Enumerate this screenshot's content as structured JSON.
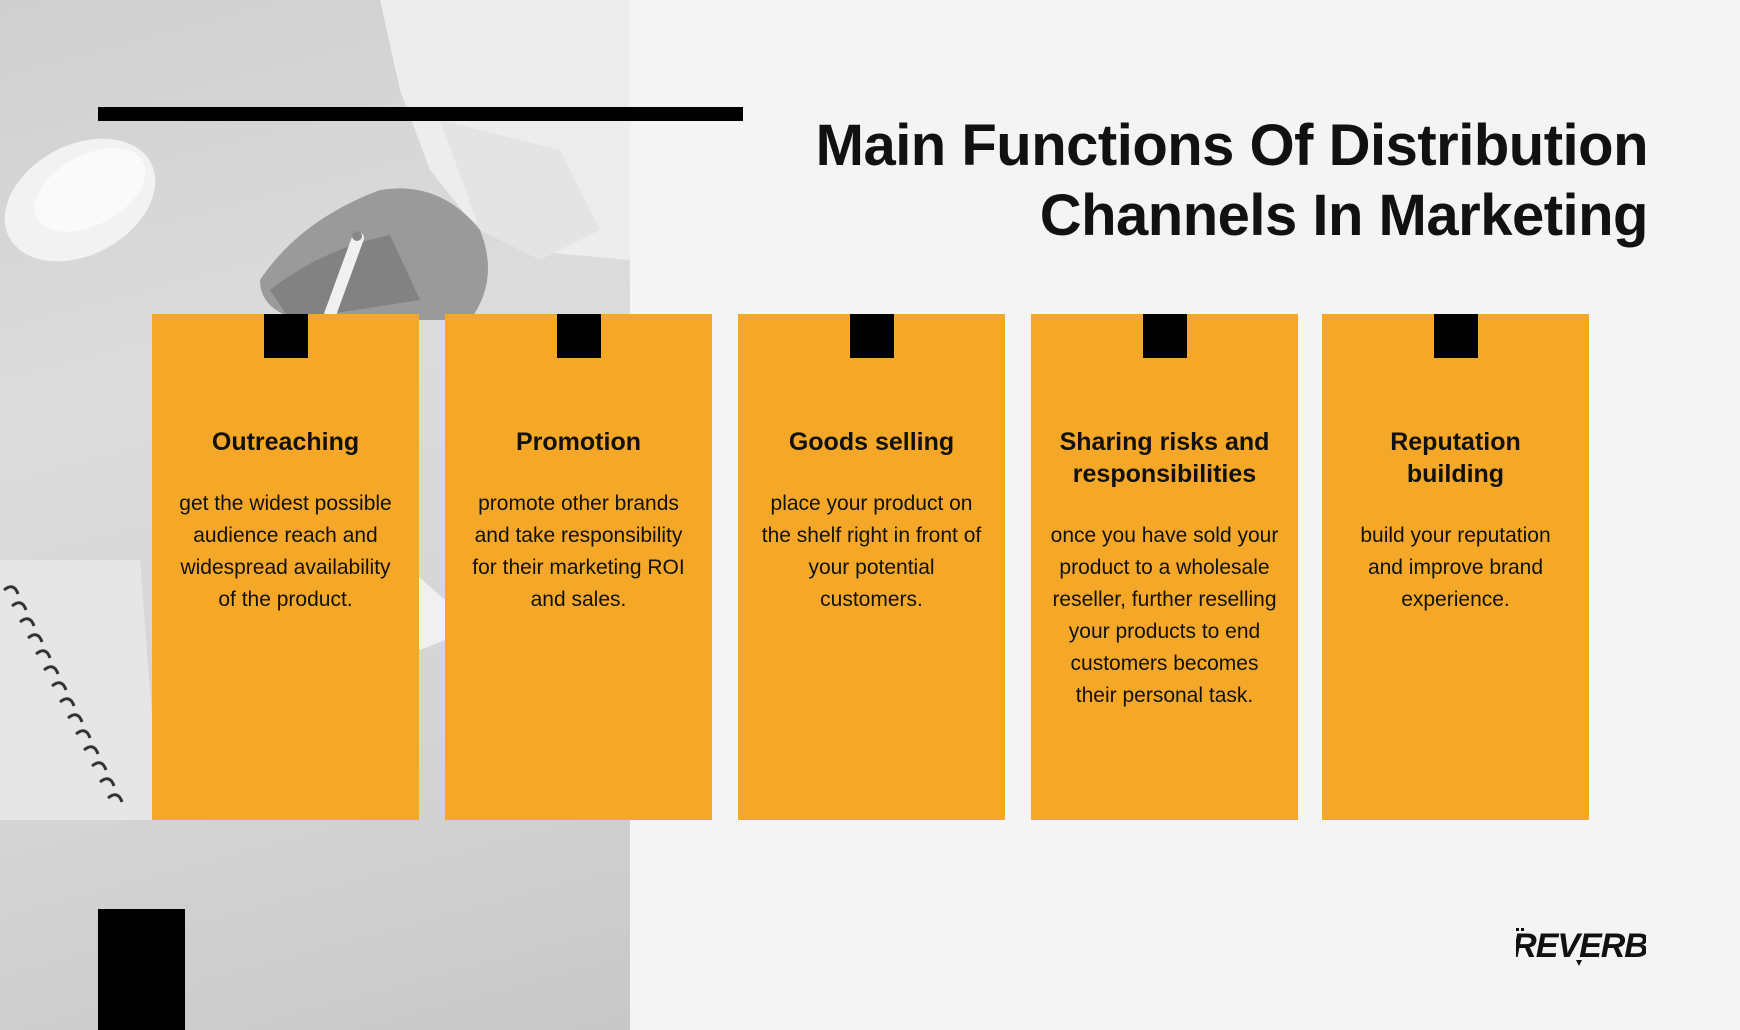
{
  "title": "Main Functions Of Distribution Channels In Marketing",
  "cards": [
    {
      "heading": "Outreaching",
      "body": "get the widest possible audience reach and widespread availability of the product."
    },
    {
      "heading": "Promotion",
      "body": "promote other brands and take responsibility for their marketing ROI and sales."
    },
    {
      "heading": "Goods selling",
      "body": "place your product on the shelf right in front of your potential customers."
    },
    {
      "heading": "Sharing risks and responsibilities",
      "body": "once you have sold your product to a wholesale reseller, further reselling your products to end customers becomes their personal task."
    },
    {
      "heading": "Reputation building",
      "body": "build your reputation and improve brand experience."
    }
  ],
  "logo": {
    "text": "REVERB"
  },
  "colors": {
    "card": "#f5a827",
    "accent": "#000000",
    "background": "#f5f4f4"
  }
}
